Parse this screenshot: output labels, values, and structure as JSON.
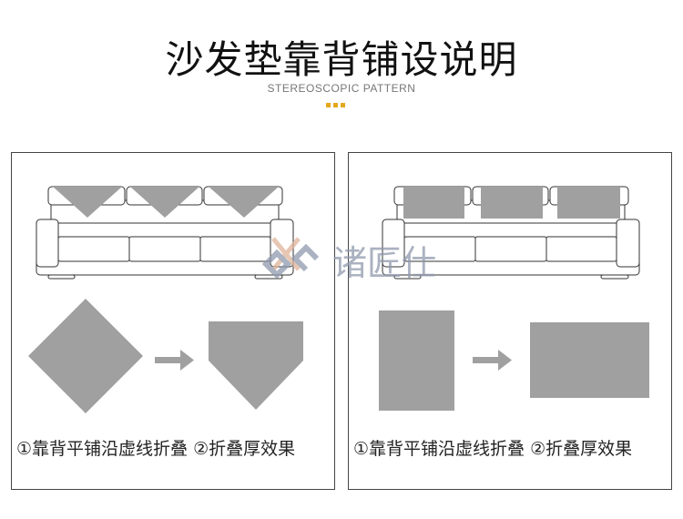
{
  "header": {
    "title": "沙发垫靠背铺设说明",
    "subtitle": "STEREOSCOPIC PATTERN",
    "accent_color": "#e5a81f"
  },
  "panels": [
    {
      "caption": "①靠背平铺沿虚线折叠 ②折叠厚效果",
      "shape": "triangle"
    },
    {
      "caption": "①靠背平铺沿虚线折叠 ②折叠厚效果",
      "shape": "rectangle"
    }
  ],
  "watermark": "诸匠仕",
  "colors": {
    "fill": "#a0a0a0",
    "line": "#333333"
  }
}
